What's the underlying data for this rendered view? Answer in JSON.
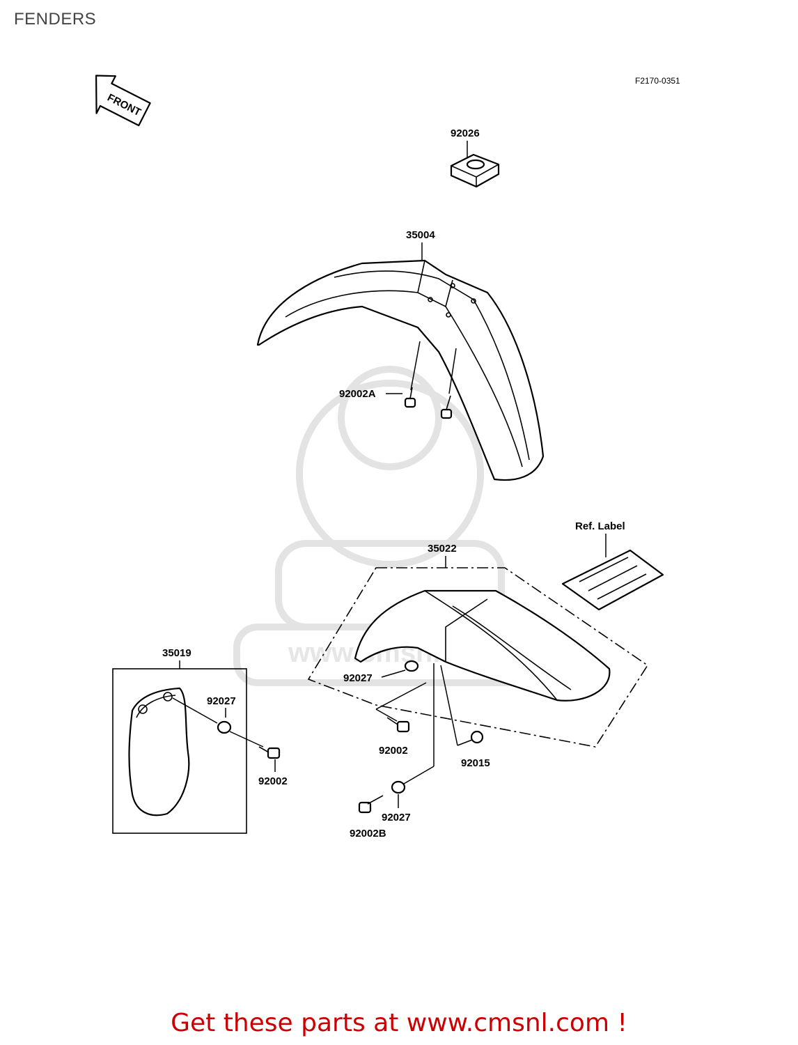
{
  "header": {
    "title": "FENDERS"
  },
  "diagram": {
    "figure_code": "F2170-0351",
    "direction_arrow": "FRONT",
    "parts": [
      {
        "ref": "92026"
      },
      {
        "ref": "35004"
      },
      {
        "ref": "92002A"
      },
      {
        "ref": "35022"
      },
      {
        "ref": "Ref. Label"
      },
      {
        "ref": "35019"
      },
      {
        "ref": "92027"
      },
      {
        "ref": "92002"
      },
      {
        "ref": "92027"
      },
      {
        "ref": "92002"
      },
      {
        "ref": "92015"
      },
      {
        "ref": "92027"
      },
      {
        "ref": "92002B"
      }
    ],
    "watermark": "www.cmsnl.com"
  },
  "footer": {
    "cta": "Get these parts at www.cmsnl.com !"
  },
  "colors": {
    "cta": "#cc0000",
    "line": "#000000",
    "watermark": "#e3e3e3"
  }
}
